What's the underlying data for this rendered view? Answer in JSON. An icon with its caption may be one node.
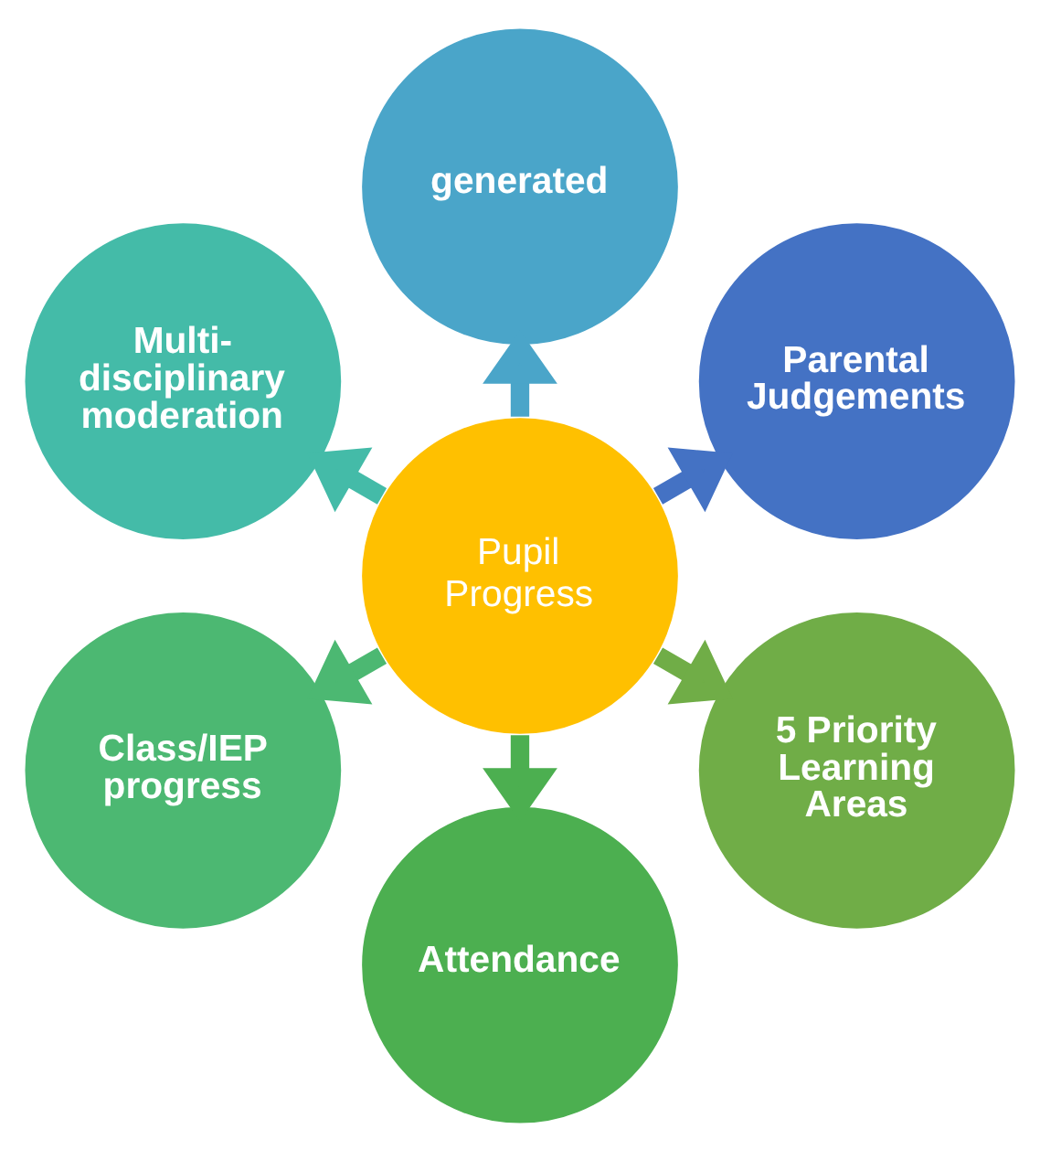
{
  "diagram": {
    "nodes": [
      {
        "text": [
          "Pupil Progress"
        ]
      },
      {
        "text": [
          "Parental Judgements"
        ]
      },
      {
        "text": [
          "generated"
        ]
      },
      {
        "text": [
          "Multi-disciplinary moderation"
        ]
      },
      {
        "text": [
          "Class/IEP progress"
        ]
      },
      {
        "text": [
          "Attendance"
        ]
      },
      {
        "text": [
          "5 Priority Learning Areas"
        ]
      }
    ],
    "edges": [
      {
        "from": 0,
        "to": 1,
        "arrow": "to",
        "color": "#4472c4"
      },
      {
        "from": 0,
        "to": 2,
        "arrow": "to",
        "color": "#4aa5c9"
      },
      {
        "from": 0,
        "to": 3,
        "arrow": "to",
        "color": "#44bba8"
      },
      {
        "from": 0,
        "to": 4,
        "arrow": "to",
        "color": "#4cb872"
      },
      {
        "from": 0,
        "to": 5,
        "arrow": "to",
        "color": "#4caf50"
      },
      {
        "from": 0,
        "to": 6,
        "arrow": "to",
        "color": "#70ad47"
      }
    ]
  }
}
